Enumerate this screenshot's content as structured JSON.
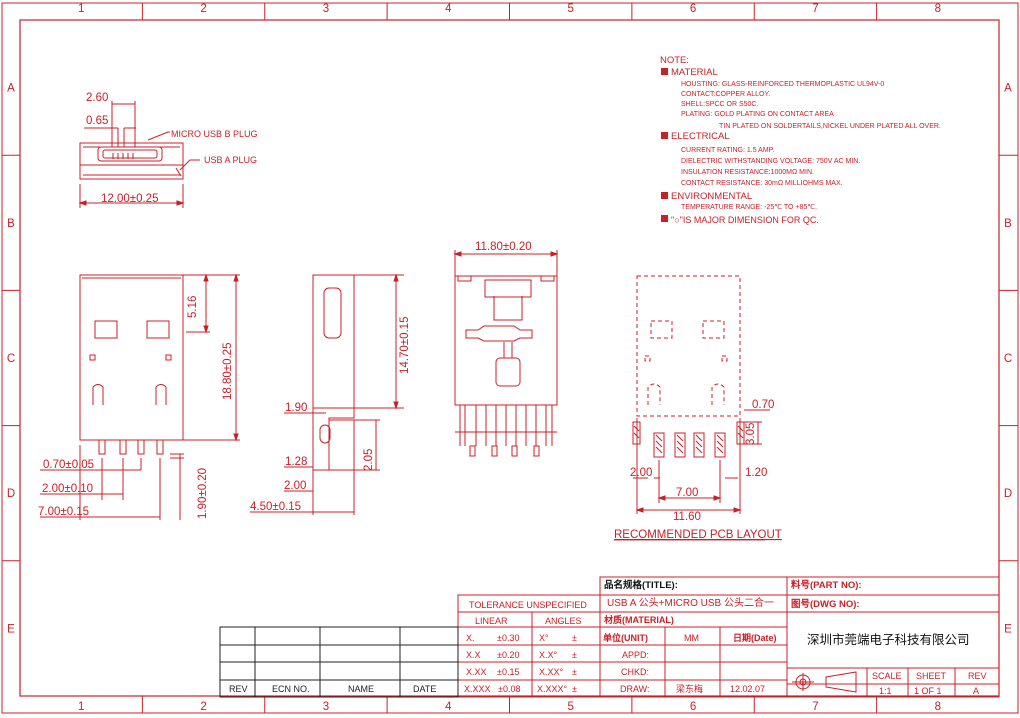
{
  "border": {
    "columns": [
      "1",
      "2",
      "3",
      "4",
      "5",
      "6",
      "7",
      "8"
    ],
    "rows": [
      "A",
      "B",
      "C",
      "D",
      "E"
    ]
  },
  "notes": {
    "heading": "NOTE:",
    "material_heading": "MATERIAL",
    "material_lines": [
      "HOUSTING: GLASS-REINFORCED THERMOPLASTIC UL94V-0",
      "CONTACT:COPPER ALLOY.",
      "SHELL:SPCC OR S50C.",
      "PLATING: GOLD PLATING ON CONTACT AREA",
      "TIN PLATED ON SOLDERTAILS,NICKEL UNDER PLATED ALL OVER."
    ],
    "electrical_heading": "ELECTRICAL",
    "electrical_lines": [
      "CURRENT RATING: 1.5 AMP.",
      "DIELECTRIC WITHSTANDING VOLTAGE: 750V AC MIN.",
      "INSULATION RESISTANCE:1000MΩ MIN.",
      "CONTACT RESISTANCE: 30mΩ MILLIOHMS MAX."
    ],
    "environmental_heading": "ENVIRONMENTAL",
    "environmental_lines": [
      "TEMPERATURE RANGE: -25℃ TO  +85℃."
    ],
    "qc_note": "\"○\"IS MAJOR DIMENSION FOR QC."
  },
  "top_view": {
    "dims": [
      "2.60",
      "0.65",
      "12.00±0.25"
    ],
    "labels": [
      "MICRO USB B PLUG",
      "USB A PLUG"
    ]
  },
  "front_view": {
    "dims": [
      "5.16",
      "18.80±0.25",
      "0.70±0.05",
      "2.00±0.10",
      "7.00±0.15",
      "1.90±0.20"
    ]
  },
  "side_view": {
    "dims": [
      "14.70±0.15",
      "1.90",
      "1.28",
      "2.05",
      "2.00",
      "4.50±0.15"
    ]
  },
  "back_view": {
    "dims": [
      "11.80±0.20"
    ]
  },
  "pcb_layout": {
    "dims": [
      "0.70",
      "3.05",
      "2.00",
      "1.20",
      "7.00",
      "11.60"
    ],
    "caption": "RECOMMENDED PCB LAYOUT"
  },
  "tolerance": {
    "heading": "TOLERANCE UNSPECIFIED",
    "col_linear": "LINEAR",
    "col_angles": "ANGLES",
    "rows": [
      {
        "lin_fmt": "X.",
        "lin_val": "±0.30",
        "ang_fmt": "X°",
        "ang_val": "±"
      },
      {
        "lin_fmt": "X.X",
        "lin_val": "±0.20",
        "ang_fmt": "X.X°",
        "ang_val": "±"
      },
      {
        "lin_fmt": "X.XX",
        "lin_val": "±0.15",
        "ang_fmt": "X.XX°",
        "ang_val": "±"
      },
      {
        "lin_fmt": "X.XXX",
        "lin_val": "±0.08",
        "ang_fmt": "X.XXX°",
        "ang_val": "±"
      }
    ]
  },
  "revision_block": {
    "headers": [
      "REV",
      "ECN NO.",
      "NAME",
      "DATE"
    ]
  },
  "title_block": {
    "title_label": "品名规格(TITLE):",
    "title_value": "USB A 公头+MICRO USB 公头二合一",
    "material_label": "材质(MATERIAL)",
    "unit_label": "单位(UNIT)",
    "unit_value": "MM",
    "date_label": "日期(Date)",
    "appd_label": "APPD:",
    "chkd_label": "CHKD:",
    "draw_label": "DRAW:",
    "draw_name": "梁东梅",
    "draw_date": "12.02.07",
    "part_no_label": "料号(PART NO):",
    "dwg_no_label": "图号(DWG NO):",
    "company": "深圳市莞端电子科技有限公司",
    "scale_label": "SCALE",
    "scale_value": "1:1",
    "sheet_label": "SHEET",
    "sheet_value": "1 OF 1",
    "rev_label": "REV",
    "rev_value": "A"
  }
}
